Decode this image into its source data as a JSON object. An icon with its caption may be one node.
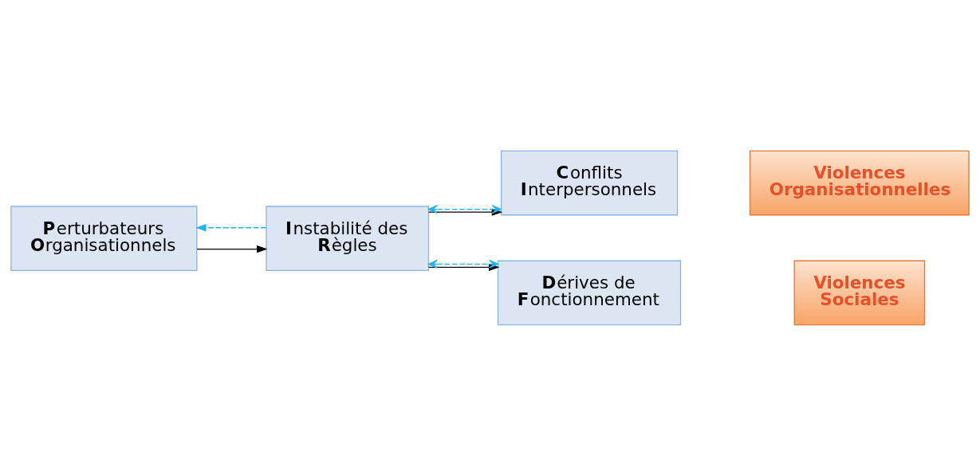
{
  "diagram": {
    "nodes": [
      {
        "text": [
          "**P**erturbateurs **O**rganisationnels"
        ]
      },
      {
        "text": [
          "**I**nstabilité des **R**ègles"
        ]
      },
      {
        "text": [
          "**C**onflits **I**nterpersonnels"
        ]
      },
      {
        "text": [
          "**D**érives de **F**onctionnement"
        ]
      },
      {
        "text": [
          "Violences Organisationnelles"
        ]
      },
      {
        "text": [
          "Violences Sociales"
        ]
      }
    ],
    "edges": [
      {
        "from": 0,
        "to": 1,
        "arrow": "to"
      },
      {
        "from": 1,
        "to": 0,
        "arrow": "to",
        "style": "dashed",
        "color": "#1fb4f0"
      },
      {
        "from": 1,
        "to": 2,
        "arrow": "to"
      },
      {
        "from": 1,
        "to": 3,
        "arrow": "to"
      },
      {
        "from": 1,
        "to": 2,
        "arrow": "both",
        "style": "dashed",
        "color": "#1fb4f0"
      },
      {
        "from": 1,
        "to": 3,
        "arrow": "both",
        "style": "dashed",
        "color": "#1fb4f0"
      }
    ]
  }
}
